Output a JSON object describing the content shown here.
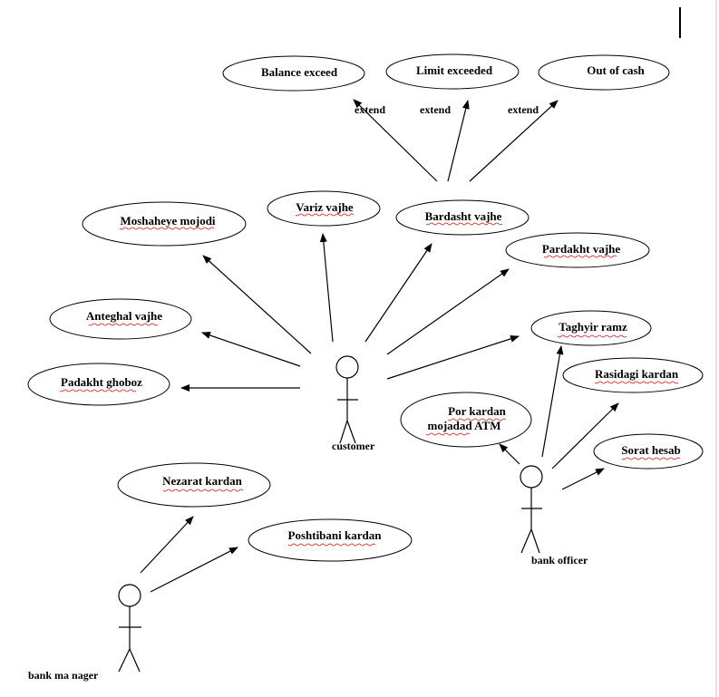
{
  "use_cases": {
    "balance_exceed": "Balance exceed",
    "limit_exceeded": "Limit exceeded",
    "out_of_cash": "Out of cash",
    "moshaheye_mojodi": "Moshaheye mojodi",
    "variz_vajhe": "Variz vajhe",
    "bardasht_vajhe": "Bardasht vajhe",
    "pardakht_vajhe": "Pardakht vajhe",
    "anteghal_vajhe": "Anteghal vajhe",
    "padakht_ghoboz": "Padakht ghoboz",
    "taghyir_ramz": "Taghyir ramz",
    "rasidagi_kardan": "Rasidagi kardan",
    "por_kardan_line1": "Por kardan",
    "por_kardan_line2": "mojadad ATM",
    "sorat_hesab": "Sorat hesab",
    "nezarat_kardan": "Nezarat kardan",
    "poshtibani_kardan": "Poshtibani kardan"
  },
  "actors": {
    "customer": "customer",
    "bank_officer": "bank officer",
    "bank_manager": "bank ma nager"
  },
  "relations": {
    "extend_1": "extend",
    "extend_2": "extend",
    "extend_3": "extend"
  }
}
